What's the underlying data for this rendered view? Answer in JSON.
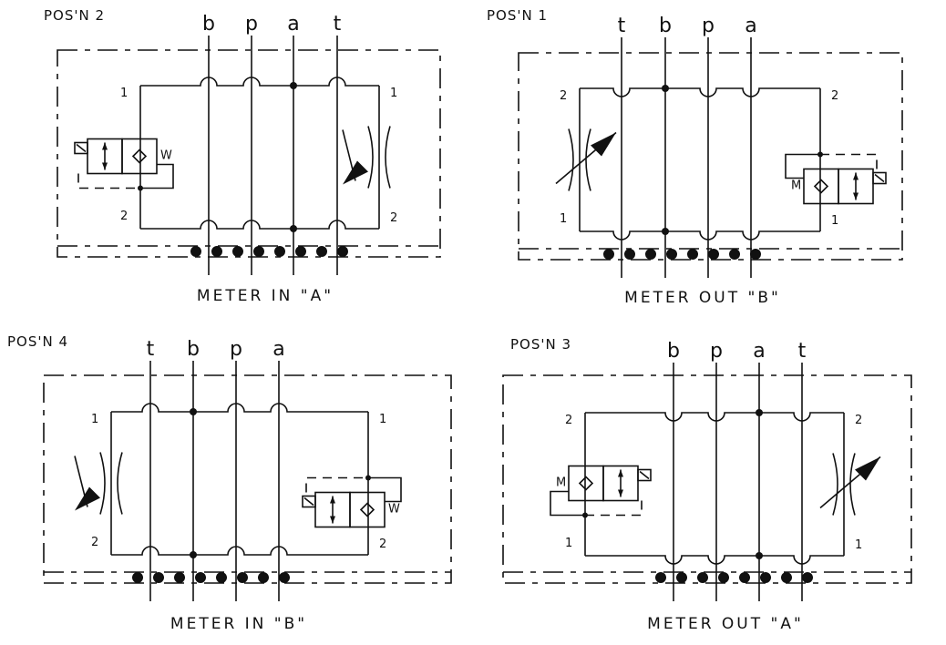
{
  "diagram_title": "Valve position schematics",
  "colors": {
    "line": "#111111",
    "background": "#ffffff"
  },
  "panels": [
    {
      "id": "pos2",
      "position_label": "POS'N 2",
      "caption": "METER IN \"A\"",
      "ports": [
        "b",
        "p",
        "a",
        "t"
      ],
      "junction_port": "a",
      "valve_side": "left",
      "throttle_side": "right",
      "side_numbers_left": [
        "1",
        "2"
      ],
      "side_numbers_right": [
        "1",
        "2"
      ],
      "valve_spring_symbol": "W"
    },
    {
      "id": "pos1",
      "position_label": "POS'N 1",
      "caption": "METER OUT \"B\"",
      "ports": [
        "t",
        "b",
        "p",
        "a"
      ],
      "junction_port": "b",
      "valve_side": "right",
      "throttle_side": "left",
      "side_numbers_left": [
        "2",
        "1"
      ],
      "side_numbers_right": [
        "2",
        "1"
      ],
      "valve_spring_symbol": "M"
    },
    {
      "id": "pos4",
      "position_label": "POS'N 4",
      "caption": "METER IN \"B\"",
      "ports": [
        "t",
        "b",
        "p",
        "a"
      ],
      "junction_port": "b",
      "valve_side": "right",
      "throttle_side": "left",
      "side_numbers_left": [
        "1",
        "2"
      ],
      "side_numbers_right": [
        "1",
        "2"
      ],
      "valve_spring_symbol": "W"
    },
    {
      "id": "pos3",
      "position_label": "POS'N 3",
      "caption": "METER OUT \"A\"",
      "ports": [
        "b",
        "p",
        "a",
        "t"
      ],
      "junction_port": "a",
      "valve_side": "left",
      "throttle_side": "right",
      "side_numbers_left": [
        "2",
        "1"
      ],
      "side_numbers_right": [
        "2",
        "1"
      ],
      "valve_spring_symbol": "M"
    }
  ]
}
